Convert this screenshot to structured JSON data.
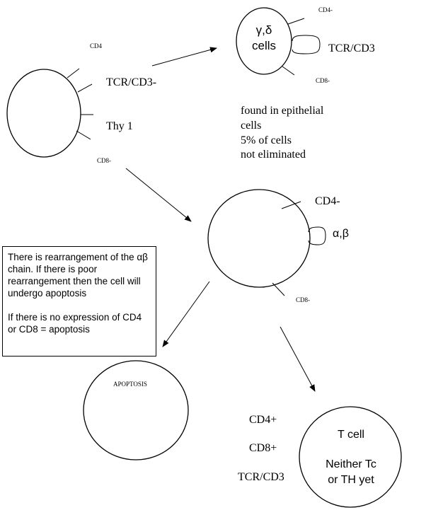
{
  "cells": {
    "precursor": {
      "marker_top": "CD4",
      "receptor": "TCR/CD3-",
      "thy": "Thy 1",
      "marker_bottom": "CD8-"
    },
    "gamma_delta": {
      "label_line1": "γ,δ",
      "label_line2": "cells",
      "marker_top": "CD4-",
      "receptor": "TCR/CD3",
      "marker_bottom": "CD8-"
    },
    "alpha_beta": {
      "marker_top": "CD4-",
      "chain": "α,β",
      "marker_bottom": "CD8-"
    },
    "apoptosis": {
      "label": "APOPTOSIS"
    },
    "t_cell": {
      "label_line1": "T cell",
      "label_line2": "Neither Tc",
      "label_line3": "or TH yet",
      "marker_cd4": "CD4+",
      "marker_cd8": "CD8+",
      "receptor": "TCR/CD3"
    }
  },
  "gamma_delta_notes": {
    "line1": "found in epithelial",
    "line2": "cells",
    "line3": "5% of cells",
    "line4": "not eliminated"
  },
  "note_box": {
    "paragraph1": "There is rearrangement of the αβ chain. If there is poor rearrangement then the cell will undergo apoptosis",
    "paragraph2": "If there is no expression of CD4 or CD8 = apoptosis"
  }
}
